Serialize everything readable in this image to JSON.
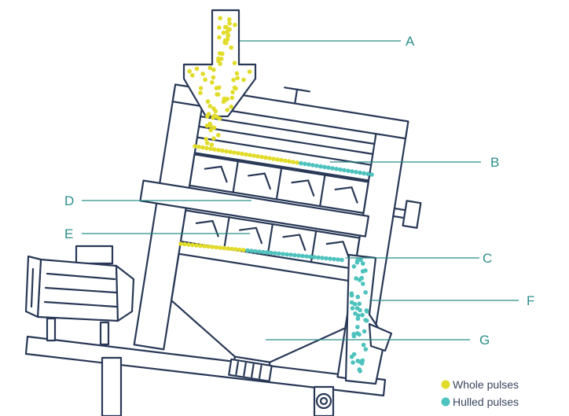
{
  "callouts": {
    "a": "A",
    "b": "B",
    "c": "C",
    "d": "D",
    "e": "E",
    "f": "F",
    "g": "G"
  },
  "legend": {
    "whole": {
      "label": "Whole pulses",
      "color": "#e1dc2a"
    },
    "hulled": {
      "label": "Hulled pulses",
      "color": "#4ec2bd"
    }
  },
  "colors": {
    "outline": "#283856",
    "accent": "#2a8e8b"
  }
}
